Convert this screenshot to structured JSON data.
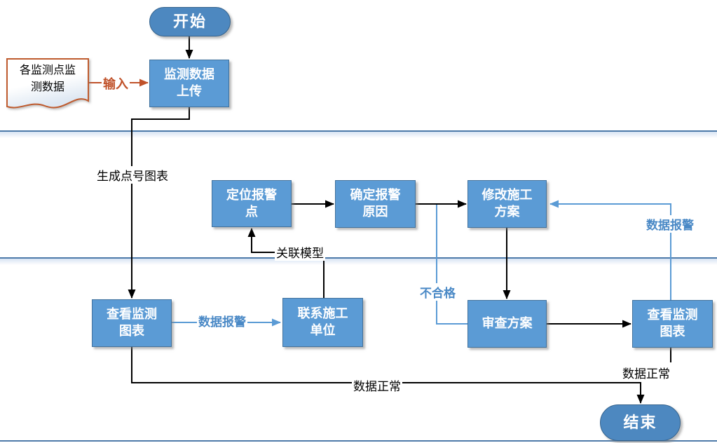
{
  "diagram": {
    "type": "flowchart",
    "language": "zh-CN",
    "nodes": {
      "start": {
        "label": "开始",
        "shape": "terminator"
      },
      "source_doc": {
        "label": "各监测点监\n测数据",
        "shape": "document"
      },
      "upload": {
        "label": "监测数据\n上传",
        "shape": "process"
      },
      "locate": {
        "label": "定位报警\n点",
        "shape": "process"
      },
      "cause": {
        "label": "确定报警\n原因",
        "shape": "process"
      },
      "modify": {
        "label": "修改施工\n方案",
        "shape": "process"
      },
      "view_left": {
        "label": "查看监测\n图表",
        "shape": "process"
      },
      "contact": {
        "label": "联系施工\n单位",
        "shape": "process"
      },
      "review": {
        "label": "审查方案",
        "shape": "process"
      },
      "view_right": {
        "label": "查看监测\n图表",
        "shape": "process"
      },
      "end": {
        "label": "结束",
        "shape": "terminator"
      }
    },
    "edge_labels": {
      "input": "输入",
      "generate_point_chart": "生成点号图表",
      "related_model": "关联模型",
      "data_alarm_left": "数据报警",
      "data_alarm_right": "数据报警",
      "unqualified": "不合格",
      "data_normal_left": "数据正常",
      "data_normal_right": "数据正常"
    },
    "colors": {
      "process_fill": "#5b9bd5",
      "process_border": "#41719c",
      "terminal_fill": "#4d88c0",
      "terminal_border": "#36648e",
      "connector_black": "#000000",
      "connector_blue": "#5b9bd5",
      "label_blue": "#4a89c6",
      "accent_orange": "#c0522a",
      "document_border": "#bf5b2e",
      "lane_line": "#4d7aa9"
    }
  }
}
